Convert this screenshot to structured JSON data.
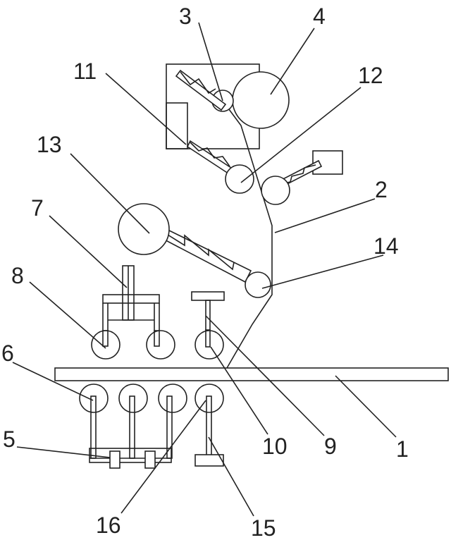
{
  "diagram": {
    "line_color": "#222222",
    "background": "#ffffff",
    "labels": [
      "1",
      "2",
      "3",
      "4",
      "5",
      "6",
      "7",
      "8",
      "9",
      "10",
      "11",
      "12",
      "13",
      "14",
      "15",
      "16"
    ]
  }
}
